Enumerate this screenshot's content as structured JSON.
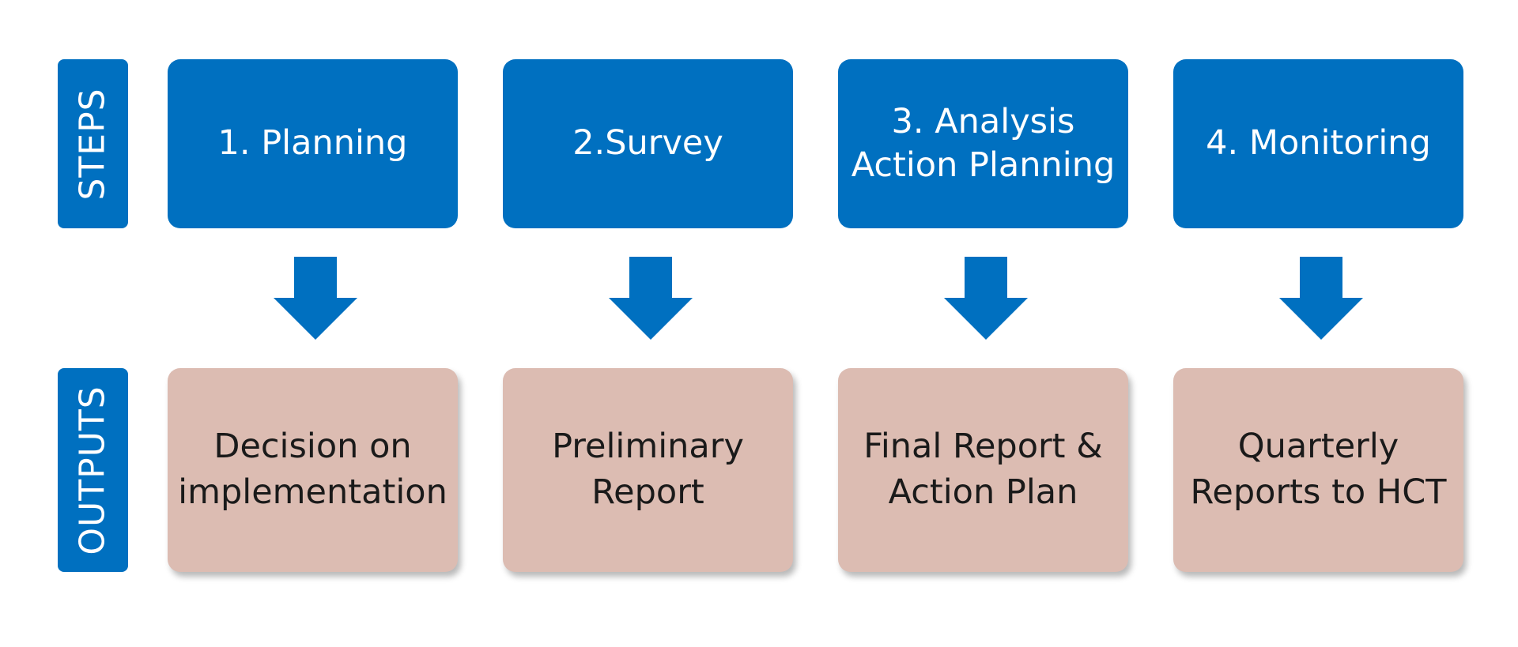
{
  "row_labels": {
    "steps": "STEPS",
    "outputs": "OUTPUTS"
  },
  "steps": [
    {
      "lines": [
        "1. Planning"
      ]
    },
    {
      "lines": [
        "2.Survey"
      ]
    },
    {
      "lines": [
        "3. Analysis",
        "Action Planning"
      ]
    },
    {
      "lines": [
        "4. Monitoring"
      ]
    }
  ],
  "outputs": [
    {
      "lines": [
        "Decision on",
        "implementation"
      ]
    },
    {
      "lines": [
        "Preliminary",
        "Report"
      ]
    },
    {
      "lines": [
        "Final Report &",
        "Action Plan"
      ]
    },
    {
      "lines": [
        "Quarterly",
        "Reports to HCT"
      ]
    }
  ],
  "colors": {
    "step_fill": "#0070c0",
    "output_fill": "#dcbcb2",
    "arrow_fill": "#0070c0"
  }
}
